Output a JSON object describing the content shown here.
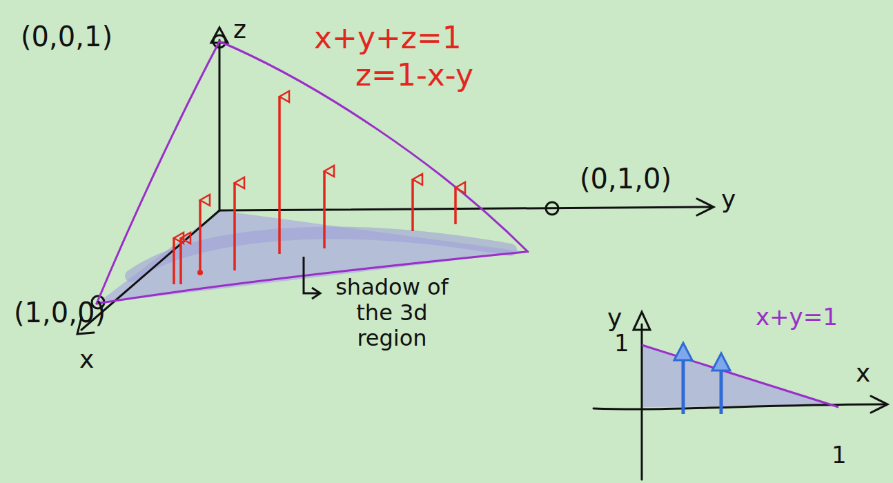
{
  "diagram": {
    "labels": [
      "(0,0,1)",
      "z",
      "x+y+z=1",
      "z=1-x-y",
      "(0,1,0)",
      "y",
      "(1,0,0)",
      "x",
      "shadow of the 3d region",
      "y",
      "1",
      "x+y=1",
      "x",
      "1"
    ]
  }
}
